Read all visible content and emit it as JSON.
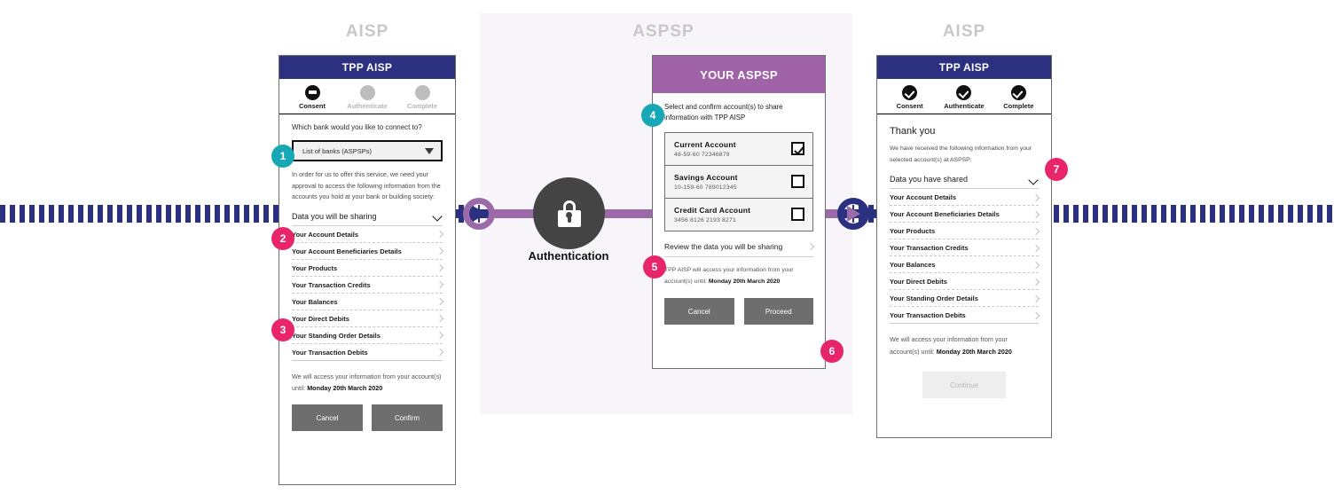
{
  "columns": {
    "left_title": "AISP",
    "middle_title": "ASPSP",
    "right_title": "AISP"
  },
  "left_card": {
    "header": "TPP AISP",
    "steps": [
      {
        "label": "Consent",
        "state": "active"
      },
      {
        "label": "Authenticate",
        "state": "idle"
      },
      {
        "label": "Complete",
        "state": "idle"
      }
    ],
    "question": "Which bank would you like to connect to?",
    "select_value": "List of banks (ASPSPs)",
    "paragraph": "In order for us to offer this service, we need your approval to access the following information from the accounts you hold at your bank or building society:",
    "accordion_label": "Data you will be sharing",
    "items": [
      "Your Account Details",
      "Your Account Beneficiaries Details",
      "Your Products",
      "Your Transaction Credits",
      "Your Balances",
      "Your Direct Debits",
      "Your Standing Order Details",
      "Your Transaction Debits"
    ],
    "until_prefix": "We will access your information from your account(s) until: ",
    "until_date": "Monday 20th March 2020",
    "cancel_label": "Cancel",
    "confirm_label": "Confirm"
  },
  "mid_card": {
    "header": "YOUR ASPSP",
    "intro": "Select and confirm account(s) to share information with TPP AISP",
    "accounts": [
      {
        "name": "Current Account",
        "number": "48-59-60   72346879",
        "checked": true
      },
      {
        "name": "Savings Account",
        "number": "10-159-60   789012345",
        "checked": false
      },
      {
        "name": "Credit Card Account",
        "number": "3456 8126 2193 8271",
        "checked": false
      }
    ],
    "review_label": "Review the data you will be sharing",
    "until_prefix": "TPP AISP will access your information from your account(s) until: ",
    "until_date": "Monday 20th March 2020",
    "cancel_label": "Cancel",
    "proceed_label": "Proceed"
  },
  "right_card": {
    "header": "TPP AISP",
    "steps": [
      {
        "label": "Consent",
        "state": "done"
      },
      {
        "label": "Authenticate",
        "state": "done"
      },
      {
        "label": "Complete",
        "state": "done"
      }
    ],
    "title": "Thank you",
    "subtitle": "We have received the following information from your selected account(s) at ASPSP:",
    "accordion_label": "Data you have shared",
    "items": [
      "Your Account Details",
      "Your Account Beneficiaries Details",
      "Your Products",
      "Your Transaction Credits",
      "Your Balances",
      "Your Direct Debits",
      "Your Standing Order Details",
      "Your Transaction Debits"
    ],
    "until_prefix": "We will access your information from your account(s) until: ",
    "until_date": "Monday 20th March 2020",
    "continue_label": "Continue"
  },
  "auth": {
    "label": "Authentication"
  },
  "badges": [
    {
      "n": "1",
      "color": "teal"
    },
    {
      "n": "2",
      "color": "pink"
    },
    {
      "n": "3",
      "color": "pink"
    },
    {
      "n": "4",
      "color": "teal"
    },
    {
      "n": "5",
      "color": "pink"
    },
    {
      "n": "6",
      "color": "pink"
    },
    {
      "n": "7",
      "color": "pink"
    }
  ],
  "colors": {
    "navy": "#2b3180",
    "purple": "#a063a8",
    "teal": "#18a7b5",
    "pink": "#e8256b",
    "grey_btn": "#6e6e6e"
  }
}
